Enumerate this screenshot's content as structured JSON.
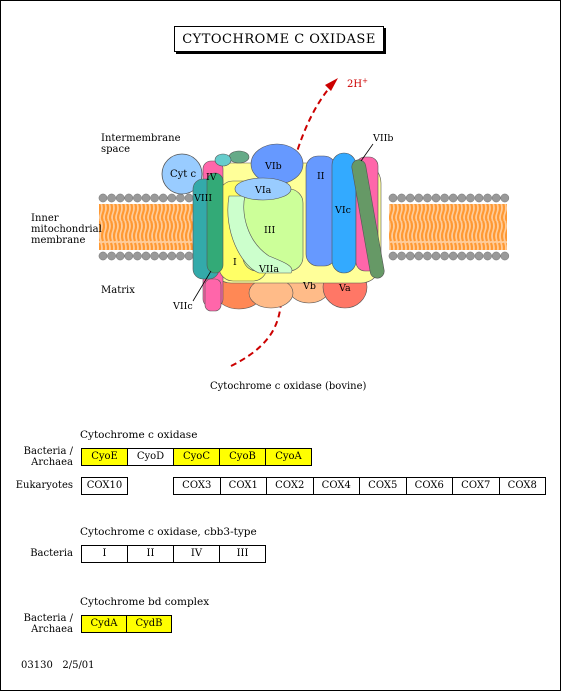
{
  "title": "CYTOCHROME C OXIDASE",
  "diagram": {
    "proton_label": "2H",
    "proton_sup": "+",
    "intermembrane_label": [
      "Intermembrane",
      "space"
    ],
    "membrane_label": [
      "Inner",
      "mitochondrial",
      "membrane"
    ],
    "matrix_label": "Matrix",
    "cytc_label": "Cyt c",
    "caption": "Cytochrome c oxidase (bovine)",
    "subunits": {
      "iv": "IV",
      "viii": "VIII",
      "vib": "VIb",
      "via": "VIa",
      "iii": "III",
      "i": "I",
      "viia": "VIIa",
      "ii": "II",
      "vic": "VIc",
      "viib": "VIIb",
      "viic": "VIIc",
      "vb": "Vb",
      "va": "Va"
    },
    "colors": {
      "membrane": "#ff9933",
      "head": "#999999",
      "cytc": "#99ccff",
      "iv": "#ff66aa",
      "viii": "#33aaaa",
      "vib": "#6699ff",
      "via": "#99ccff",
      "iii": "#ccff99",
      "i": "#ffff66",
      "viia": "#ccffcc",
      "ii": "#6699ff",
      "vic": "#33aaff",
      "viib": "#669966",
      "viic": "#33aa77",
      "vb": "#ffbb88",
      "va": "#ff7766",
      "peach": "#ff8855",
      "arrow": "#cc0000"
    }
  },
  "groups": [
    {
      "title": "Cytochrome c oxidase",
      "rows": [
        {
          "label": [
            "Bacteria /",
            "Archaea"
          ],
          "cells": [
            {
              "text": "CyoE",
              "hl": true
            },
            {
              "text": "CyoD",
              "hl": false
            },
            {
              "text": "CyoC",
              "hl": true
            },
            {
              "text": "CyoB",
              "hl": true
            },
            {
              "text": "CyoA",
              "hl": true
            }
          ]
        },
        {
          "label": [
            "Eukaryotes"
          ],
          "cells": [
            {
              "text": "COX10",
              "hl": false
            }
          ],
          "cells2": [
            {
              "text": "COX3",
              "hl": false
            },
            {
              "text": "COX1",
              "hl": false
            },
            {
              "text": "COX2",
              "hl": false
            },
            {
              "text": "COX4",
              "hl": false
            },
            {
              "text": "COX5",
              "hl": false
            },
            {
              "text": "COX6",
              "hl": false
            },
            {
              "text": "COX7",
              "hl": false
            },
            {
              "text": "COX8",
              "hl": false
            }
          ]
        }
      ]
    },
    {
      "title": "Cytochrome c oxidase, cbb3-type",
      "rows": [
        {
          "label": [
            "Bacteria"
          ],
          "cells": [
            {
              "text": "I",
              "hl": false
            },
            {
              "text": "II",
              "hl": false
            },
            {
              "text": "IV",
              "hl": false
            },
            {
              "text": "III",
              "hl": false
            }
          ]
        }
      ]
    },
    {
      "title": "Cytochrome bd complex",
      "rows": [
        {
          "label": [
            "Bacteria /",
            "Archaea"
          ],
          "cells": [
            {
              "text": "CydA",
              "hl": true
            },
            {
              "text": "CydB",
              "hl": true
            }
          ]
        }
      ]
    }
  ],
  "footer": "03130   2/5/01"
}
